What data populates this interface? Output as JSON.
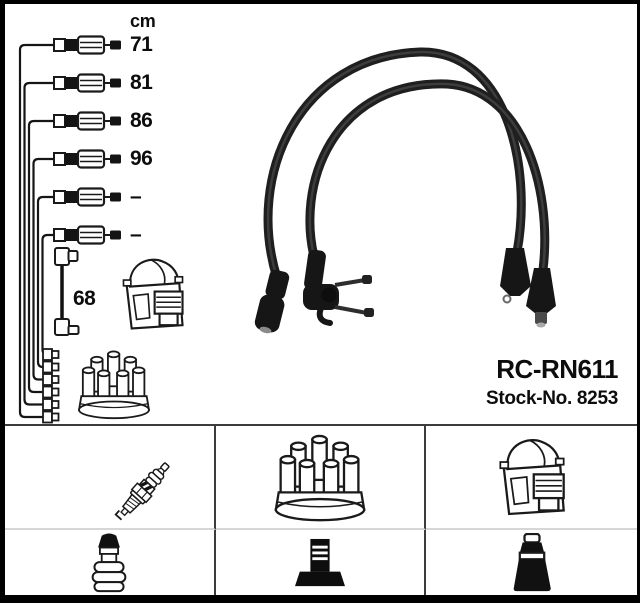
{
  "diagram": {
    "unit_label": "cm",
    "cable_lengths": [
      "71",
      "81",
      "86",
      "96",
      "–",
      "–"
    ],
    "coil_wire_length": "68",
    "product_code": "RC-RN611",
    "stock_number": "Stock-No. 8253"
  },
  "legend": {
    "rows": [
      {
        "cells": [
          "spark-plug-icon",
          "distributor-cap-icon",
          "ignition-coil-icon"
        ]
      },
      {
        "cells": [
          "spark-plug-boot-icon",
          "distributor-terminal-icon",
          "coil-boot-icon"
        ]
      }
    ]
  },
  "colors": {
    "background": "#ffffff",
    "frame_border": "#000000",
    "line_art": "#1a1a1a",
    "cable_black": "#1f1f1f",
    "grid_divider_dark": "#3c3c3c",
    "grid_divider_light": "#d6d6d6",
    "text": "#0d0d0d"
  }
}
